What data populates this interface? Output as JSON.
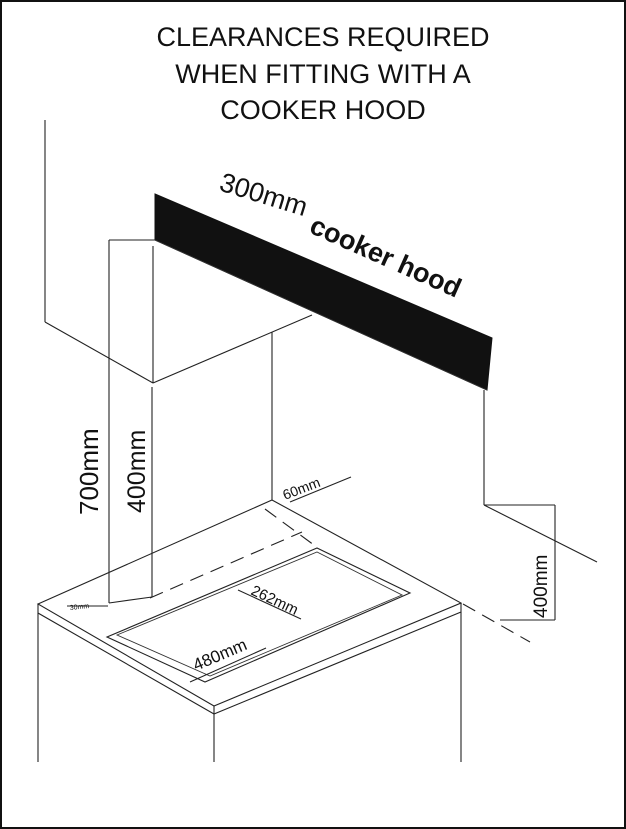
{
  "title": {
    "line1": "CLEARANCES REQUIRED",
    "line2": "WHEN FITTING  WITH A",
    "line3": "COOKER HOOD"
  },
  "labels": {
    "hood_depth": "300mm",
    "hood_name": "cooker hood",
    "clearance_700": "700mm",
    "clearance_400_left": "400mm",
    "clearance_400_right": "400mm",
    "rear_gap": "60mm",
    "front_gap": "30mm",
    "cutout_depth": "262mm",
    "cutout_width": "480mm"
  },
  "colors": {
    "line": "#222222",
    "hood_fill": "#111111",
    "background": "#ffffff"
  }
}
